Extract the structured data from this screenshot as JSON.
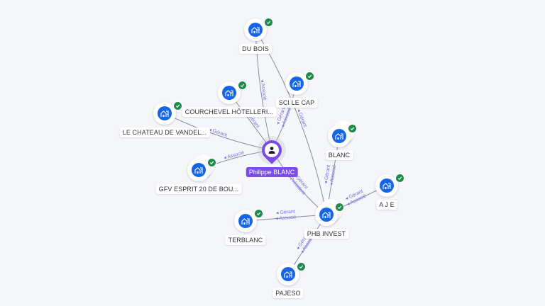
{
  "colors": {
    "accent": "#7b4be8",
    "company": "#1565e6",
    "verified": "#1f8a4c",
    "edge_label": "#7b6cd9"
  },
  "center": {
    "name": "Philippe BLANC",
    "icon": "person-icon"
  },
  "companies": [
    {
      "id": "dubois",
      "name": "DU BOIS",
      "stacked": false
    },
    {
      "id": "scilecap",
      "name": "SCI LE CAP",
      "stacked": false
    },
    {
      "id": "courchevel",
      "name": "COURCHEVEL HÔTELLERI...",
      "stacked": false
    },
    {
      "id": "chateau",
      "name": "LE CHATEAU DE VANDEL...",
      "stacked": false
    },
    {
      "id": "gfv",
      "name": "GFV ESPRIT 20 DE BOU...",
      "stacked": true
    },
    {
      "id": "blanc",
      "name": "BLANC",
      "stacked": true
    },
    {
      "id": "aje",
      "name": "A J E",
      "stacked": false
    },
    {
      "id": "phb",
      "name": "PHB INVEST",
      "stacked": true
    },
    {
      "id": "terblanc",
      "name": "TERBLANC",
      "stacked": false
    },
    {
      "id": "pajeso",
      "name": "PAJESO",
      "stacked": false
    }
  ],
  "edges": [
    {
      "from": "center",
      "to": "dubois",
      "labels": [
        "Associé"
      ]
    },
    {
      "from": "center",
      "to": "scilecap",
      "labels": [
        "Gérant",
        "Associé"
      ]
    },
    {
      "from": "center",
      "to": "courchevel",
      "labels": [
        "Gérant"
      ]
    },
    {
      "from": "center",
      "to": "chateau",
      "labels": [
        "Gérant"
      ]
    },
    {
      "from": "center",
      "to": "gfv",
      "labels": [
        "Associé"
      ]
    },
    {
      "from": "center",
      "to": "phb",
      "labels": [
        "Gérant",
        "Président"
      ]
    },
    {
      "from": "phb",
      "to": "blanc",
      "labels": [
        "Gérant",
        "Associé"
      ]
    },
    {
      "from": "phb",
      "to": "aje",
      "labels": [
        "Gérant",
        "Associé"
      ]
    },
    {
      "from": "phb",
      "to": "terblanc",
      "labels": [
        "Gérant",
        "Associé"
      ]
    },
    {
      "from": "phb",
      "to": "pajeso",
      "labels": [
        "Gérant",
        "Associé"
      ]
    },
    {
      "from": "dubois",
      "to": "phb",
      "labels": [
        "Gérant"
      ]
    }
  ],
  "icons": {
    "company": "building-icon",
    "verified": "check-icon"
  }
}
